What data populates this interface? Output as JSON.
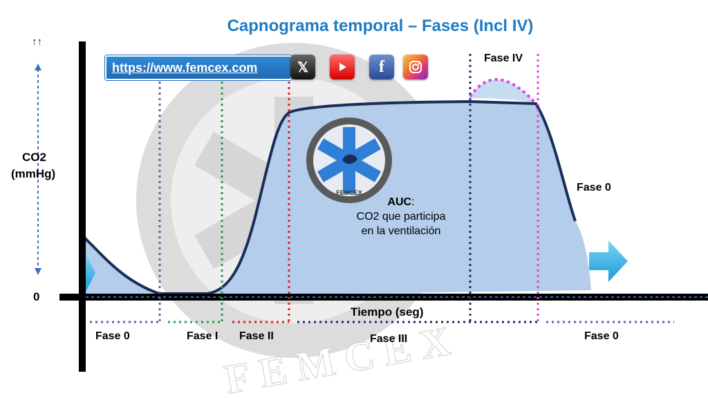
{
  "title": "Capnograma temporal – Fases (Incl IV)",
  "up_arrows": "↑↑",
  "y_axis_label_line1": "CO2",
  "y_axis_label_line2": "(mmHg)",
  "zero_label": "0",
  "x_axis_label": "Tiempo (seg)",
  "website": "https://www.femcex.com",
  "social_icons": [
    "x-icon",
    "youtube-icon",
    "facebook-icon",
    "instagram-icon"
  ],
  "auc": {
    "label": "AUC",
    "colon": ":",
    "line2": "CO2 que participa",
    "line3": "en la ventilación"
  },
  "watermark_text": "FEMCEX",
  "logo_text": "FEMCEX",
  "phases": {
    "fase0_left": "Fase 0",
    "fase1": "Fase I",
    "fase2": "Fase II",
    "fase3": "Fase III",
    "fase0_right": "Fase 0",
    "fase4": "Fase IV",
    "fase0_upper": "Fase 0"
  },
  "colors": {
    "title": "#1f7bc2",
    "curve": "#1a2d5a",
    "fill": "#b3cdea",
    "phase0": "#7a4fa3",
    "phase1": "#1e9e4a",
    "phase2": "#e02020",
    "phase3": "#1a2d5a",
    "phase4": "#e040e0"
  }
}
